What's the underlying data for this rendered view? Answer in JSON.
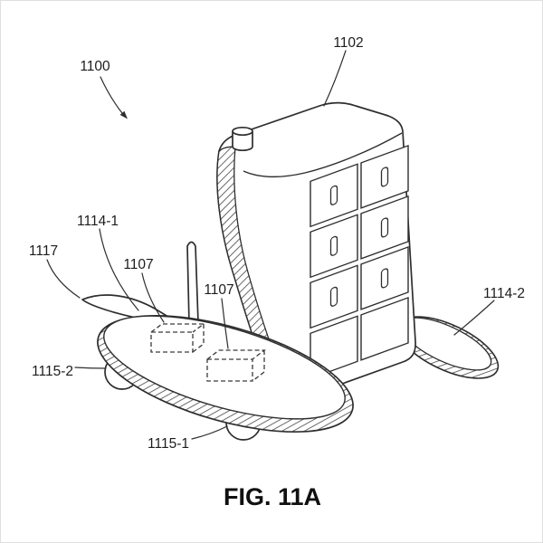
{
  "figure": {
    "caption": "FIG. 11A",
    "labels": {
      "n1100": "1100",
      "n1102": "1102",
      "n1114_1": "1114-1",
      "n1117": "1117",
      "n1107_a": "1107",
      "n1107_b": "1107",
      "n1114_2": "1114-2",
      "n1115_2": "1115-2",
      "n1115_1": "1115-1"
    },
    "colors": {
      "line": "#2e2e2e",
      "background": "#ffffff"
    }
  }
}
